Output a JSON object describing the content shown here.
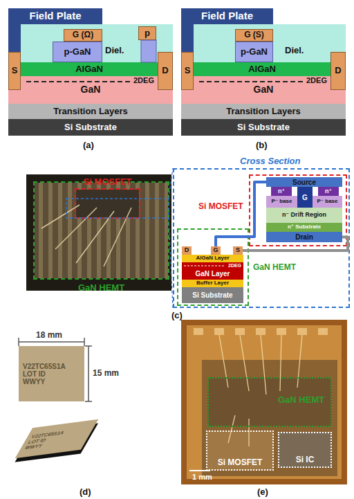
{
  "diagram": {
    "nodes": [
      {
        "text": [
          "Field Plate"
        ]
      },
      {
        "text": [
          "Diel."
        ]
      },
      {
        "text": [
          "G (Ω)"
        ],
        "in": 1
      },
      {
        "text": [
          "p-GaN"
        ],
        "in": 1
      },
      {
        "text": [
          "p"
        ],
        "in": 1
      },
      {
        "text": [
          "S"
        ]
      },
      {
        "text": [
          "D"
        ]
      },
      {
        "text": [
          "AlGaN"
        ]
      },
      {
        "text": [
          "GaN"
        ]
      },
      {
        "text": [
          "Transition Layers"
        ]
      },
      {
        "text": [
          "Si Substrate"
        ]
      },
      {
        "text": [
          "Field Plate"
        ]
      },
      {
        "text": [
          "Diel."
        ]
      },
      {
        "text": [
          "G (S)"
        ],
        "in": 12
      },
      {
        "text": [
          "p-GaN"
        ],
        "in": 12
      },
      {
        "text": [
          "S"
        ]
      },
      {
        "text": [
          "D"
        ]
      },
      {
        "text": [
          "AlGaN"
        ]
      },
      {
        "text": [
          "GaN"
        ]
      },
      {
        "text": [
          "Transition Layers"
        ]
      },
      {
        "text": [
          "Si Substrate"
        ]
      },
      {
        "text": [
          "GaN HEMT"
        ]
      },
      {
        "text": [
          "Si MOSFET"
        ],
        "in": 21
      },
      {
        "text": [
          "Cross Section"
        ]
      },
      {
        "text": [
          "Si MOSFET"
        ],
        "in": 23
      },
      {
        "text": [
          "Source"
        ],
        "in": 24
      },
      {
        "text": [
          "n⁺"
        ],
        "in": 24
      },
      {
        "text": [
          "G"
        ],
        "in": 24
      },
      {
        "text": [
          "n⁺"
        ],
        "in": 24
      },
      {
        "text": [
          "P⁻ base"
        ],
        "in": 24
      },
      {
        "text": [
          "P⁻ base"
        ],
        "in": 24
      },
      {
        "text": [
          "n⁻ Drift Region"
        ],
        "in": 24
      },
      {
        "text": [
          "n⁺ Substrate"
        ],
        "in": 24
      },
      {
        "text": [
          "Drain"
        ],
        "in": 24
      },
      {
        "text": [
          "GaN HEMT"
        ],
        "in": 23
      },
      {
        "text": [
          "D"
        ],
        "in": 34
      },
      {
        "text": [
          "G"
        ],
        "in": 34
      },
      {
        "text": [
          "S"
        ],
        "in": 34
      },
      {
        "text": [
          "AlGaN Layer"
        ],
        "in": 34
      },
      {
        "text": [
          "GaN Layer"
        ],
        "in": 34
      },
      {
        "text": [
          "Buffer Layer"
        ],
        "in": 34
      },
      {
        "text": [
          "Si Substrate"
        ],
        "in": 34
      },
      {
        "text": [
          "V22TC65S1A",
          "LOT ID",
          "WWYY"
        ]
      },
      {
        "text": [
          "V22TC65S1A",
          "LOT ID",
          "WWYY"
        ]
      },
      {
        "text": [
          "GaN HEMT"
        ]
      },
      {
        "text": [
          "Si MOSFET"
        ]
      },
      {
        "text": [
          "Si IC"
        ]
      }
    ],
    "edges": [
      {
        "from": 36,
        "to": 25,
        "arrow": "none"
      },
      {
        "from": 37,
        "to": 33,
        "arrow": "none"
      }
    ],
    "labels": [
      "2DEG",
      "2DEG",
      "(a)",
      "(b)",
      "2DEG",
      "(c)",
      "18 mm",
      "15 mm",
      "1 mm",
      "(d)",
      "(e)"
    ]
  }
}
